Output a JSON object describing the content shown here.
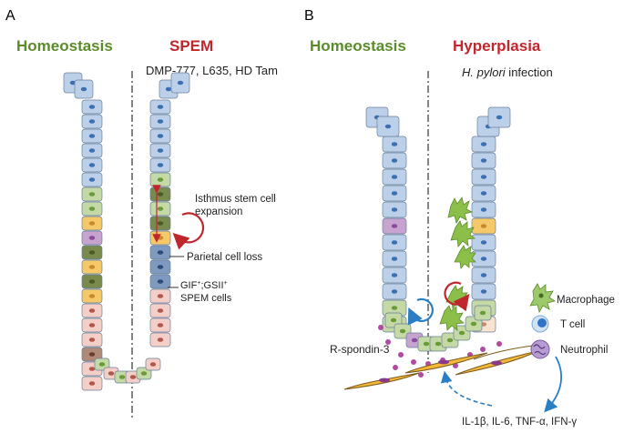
{
  "panel_a": {
    "letter": "A",
    "left_title": "Homeostasis",
    "right_title": "SPEM",
    "treatments": "DMP-777, L635, HD Tam",
    "annotations": {
      "isthmus_line1": "Isthmus stem cell",
      "isthmus_line2": "expansion",
      "parietal_loss": "Parietal cell loss",
      "spem_line1_prefix": "GIF",
      "spem_line1_sup1": "+",
      "spem_line1_mid": ";GSII",
      "spem_line1_sup2": "+",
      "spem_line2": "SPEM cells"
    }
  },
  "panel_b": {
    "letter": "B",
    "left_title": "Homeostasis",
    "right_title": "Hyperplasia",
    "infection_italic": "H. pylori",
    "infection_rest": " infection",
    "r_spondin": "R-spondin-3",
    "cytokines": "IL-1β, IL-6, TNF-α, IFN-γ",
    "legend": {
      "macrophage": "Macrophage",
      "t_cell": "T cell",
      "neutrophil": "Neutrophil"
    }
  },
  "colors": {
    "green_title": "#5b8c2a",
    "red_title": "#c0272d",
    "pit_blue": "#bcd0ea",
    "nucleus_blue": "#3d6fb3",
    "neck_green": "#c5d9a6",
    "parietal_yellow": "#f5c96a",
    "chief_pink": "#f4cfc8",
    "spem_blue": "#7e9bbf",
    "dark_green": "#7a8a4c",
    "purple": "#c7a3d0",
    "red_arrow": "#c0272d",
    "blue_arrow": "#2a7fc4"
  }
}
